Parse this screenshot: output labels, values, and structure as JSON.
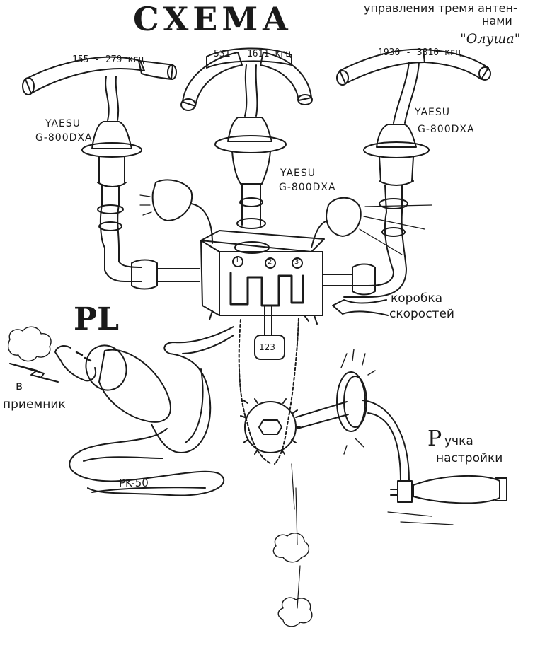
{
  "title": {
    "main": "СХЕМА",
    "subtitle_line1": "управления тремя антен-",
    "subtitle_line2": "нами",
    "subtitle_line3": "\"Олуша\""
  },
  "antennas": [
    {
      "band": "155 - 279 кгц",
      "rotator": "YAESU G-800DXA",
      "rotator_line1": "YAESU",
      "rotator_line2": "G-800DXA"
    },
    {
      "band": "531 - 1611 кгц",
      "rotator": "YAESU G-800DXA",
      "rotator_line1": "YAESU",
      "rotator_line2": "G-800DXA"
    },
    {
      "band": "1930 - 3810 кгц",
      "rotator": "YAESU G-800DXA",
      "rotator_line1": "YAESU",
      "rotator_line2": "G-800DXA"
    }
  ],
  "gearbox": {
    "positions": [
      "1",
      "2",
      "3"
    ],
    "selector": "123",
    "label_line1": "коробка",
    "label_line2": "скоростей"
  },
  "connector": {
    "name": "PL",
    "output_line1": "в",
    "output_line2": "приемник",
    "cable": "PK-50"
  },
  "knob": {
    "label_line1_initial": "Р",
    "label_line1_rest": "учка",
    "label_line2": "настройки"
  }
}
